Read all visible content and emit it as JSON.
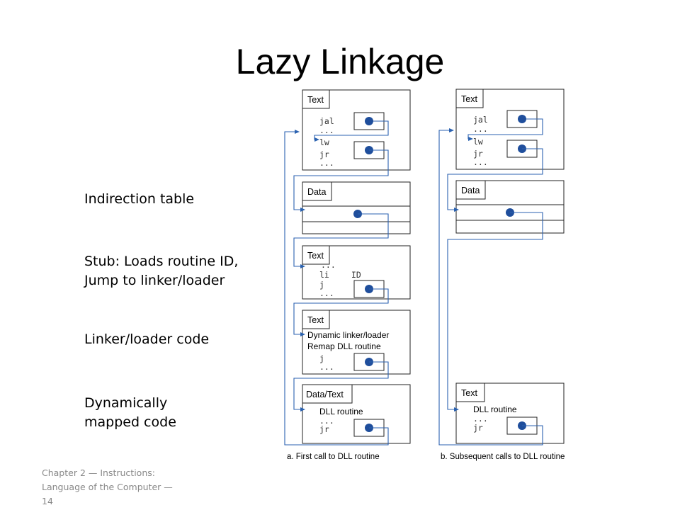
{
  "slide": {
    "title": "Lazy Linkage",
    "labels": {
      "indirection": "Indirection table",
      "stub_line1": "Stub: Loads routine ID,",
      "stub_line2": "Jump to linker/loader",
      "linker": "Linker/loader code",
      "mapped_line1": "Dynamically",
      "mapped_line2": "mapped code"
    },
    "footer": {
      "line1": "Chapter 2 — Instructions:",
      "line2": "Language of the Computer —",
      "line3": "14"
    }
  },
  "diagram": {
    "text_tab": "Text",
    "data_tab": "Data",
    "datatext_tab": "Data/Text",
    "jal": "jal",
    "lw": "lw",
    "jr": "jr",
    "li": "li",
    "j": "j",
    "id": "ID",
    "ellipsis": "...",
    "dynamic_linker": "Dynamic linker/loader",
    "remap": "Remap DLL routine",
    "dll_routine": "DLL routine",
    "caption_a": "a. First call to DLL routine",
    "caption_b": "b. Subsequent calls to DLL routine"
  }
}
